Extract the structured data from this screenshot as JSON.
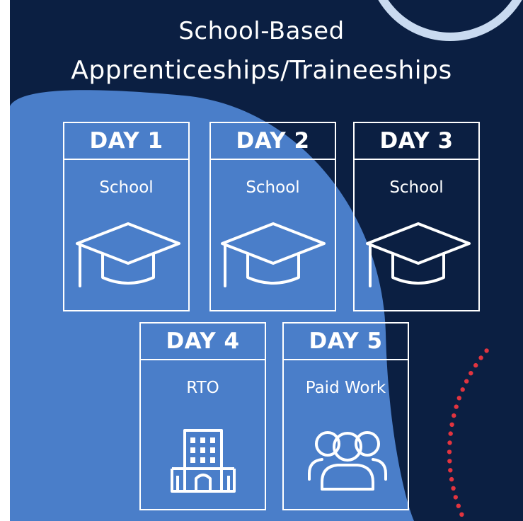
{
  "title": {
    "line1": "School-Based",
    "line2": "Apprenticeships/Traineeships"
  },
  "days": [
    {
      "label": "DAY 1",
      "activity": "School",
      "icon": "graduation-cap-icon"
    },
    {
      "label": "DAY 2",
      "activity": "School",
      "icon": "graduation-cap-icon"
    },
    {
      "label": "DAY 3",
      "activity": "School",
      "icon": "graduation-cap-icon"
    },
    {
      "label": "DAY 4",
      "activity": "RTO",
      "icon": "building-icon"
    },
    {
      "label": "DAY 5",
      "activity": "Paid Work",
      "icon": "people-group-icon"
    }
  ],
  "colors": {
    "background": "#0b1f42",
    "blob": "#4a7ec9",
    "ring": "#c9daf0",
    "dots": "#e2343f",
    "outline": "#ffffff"
  }
}
